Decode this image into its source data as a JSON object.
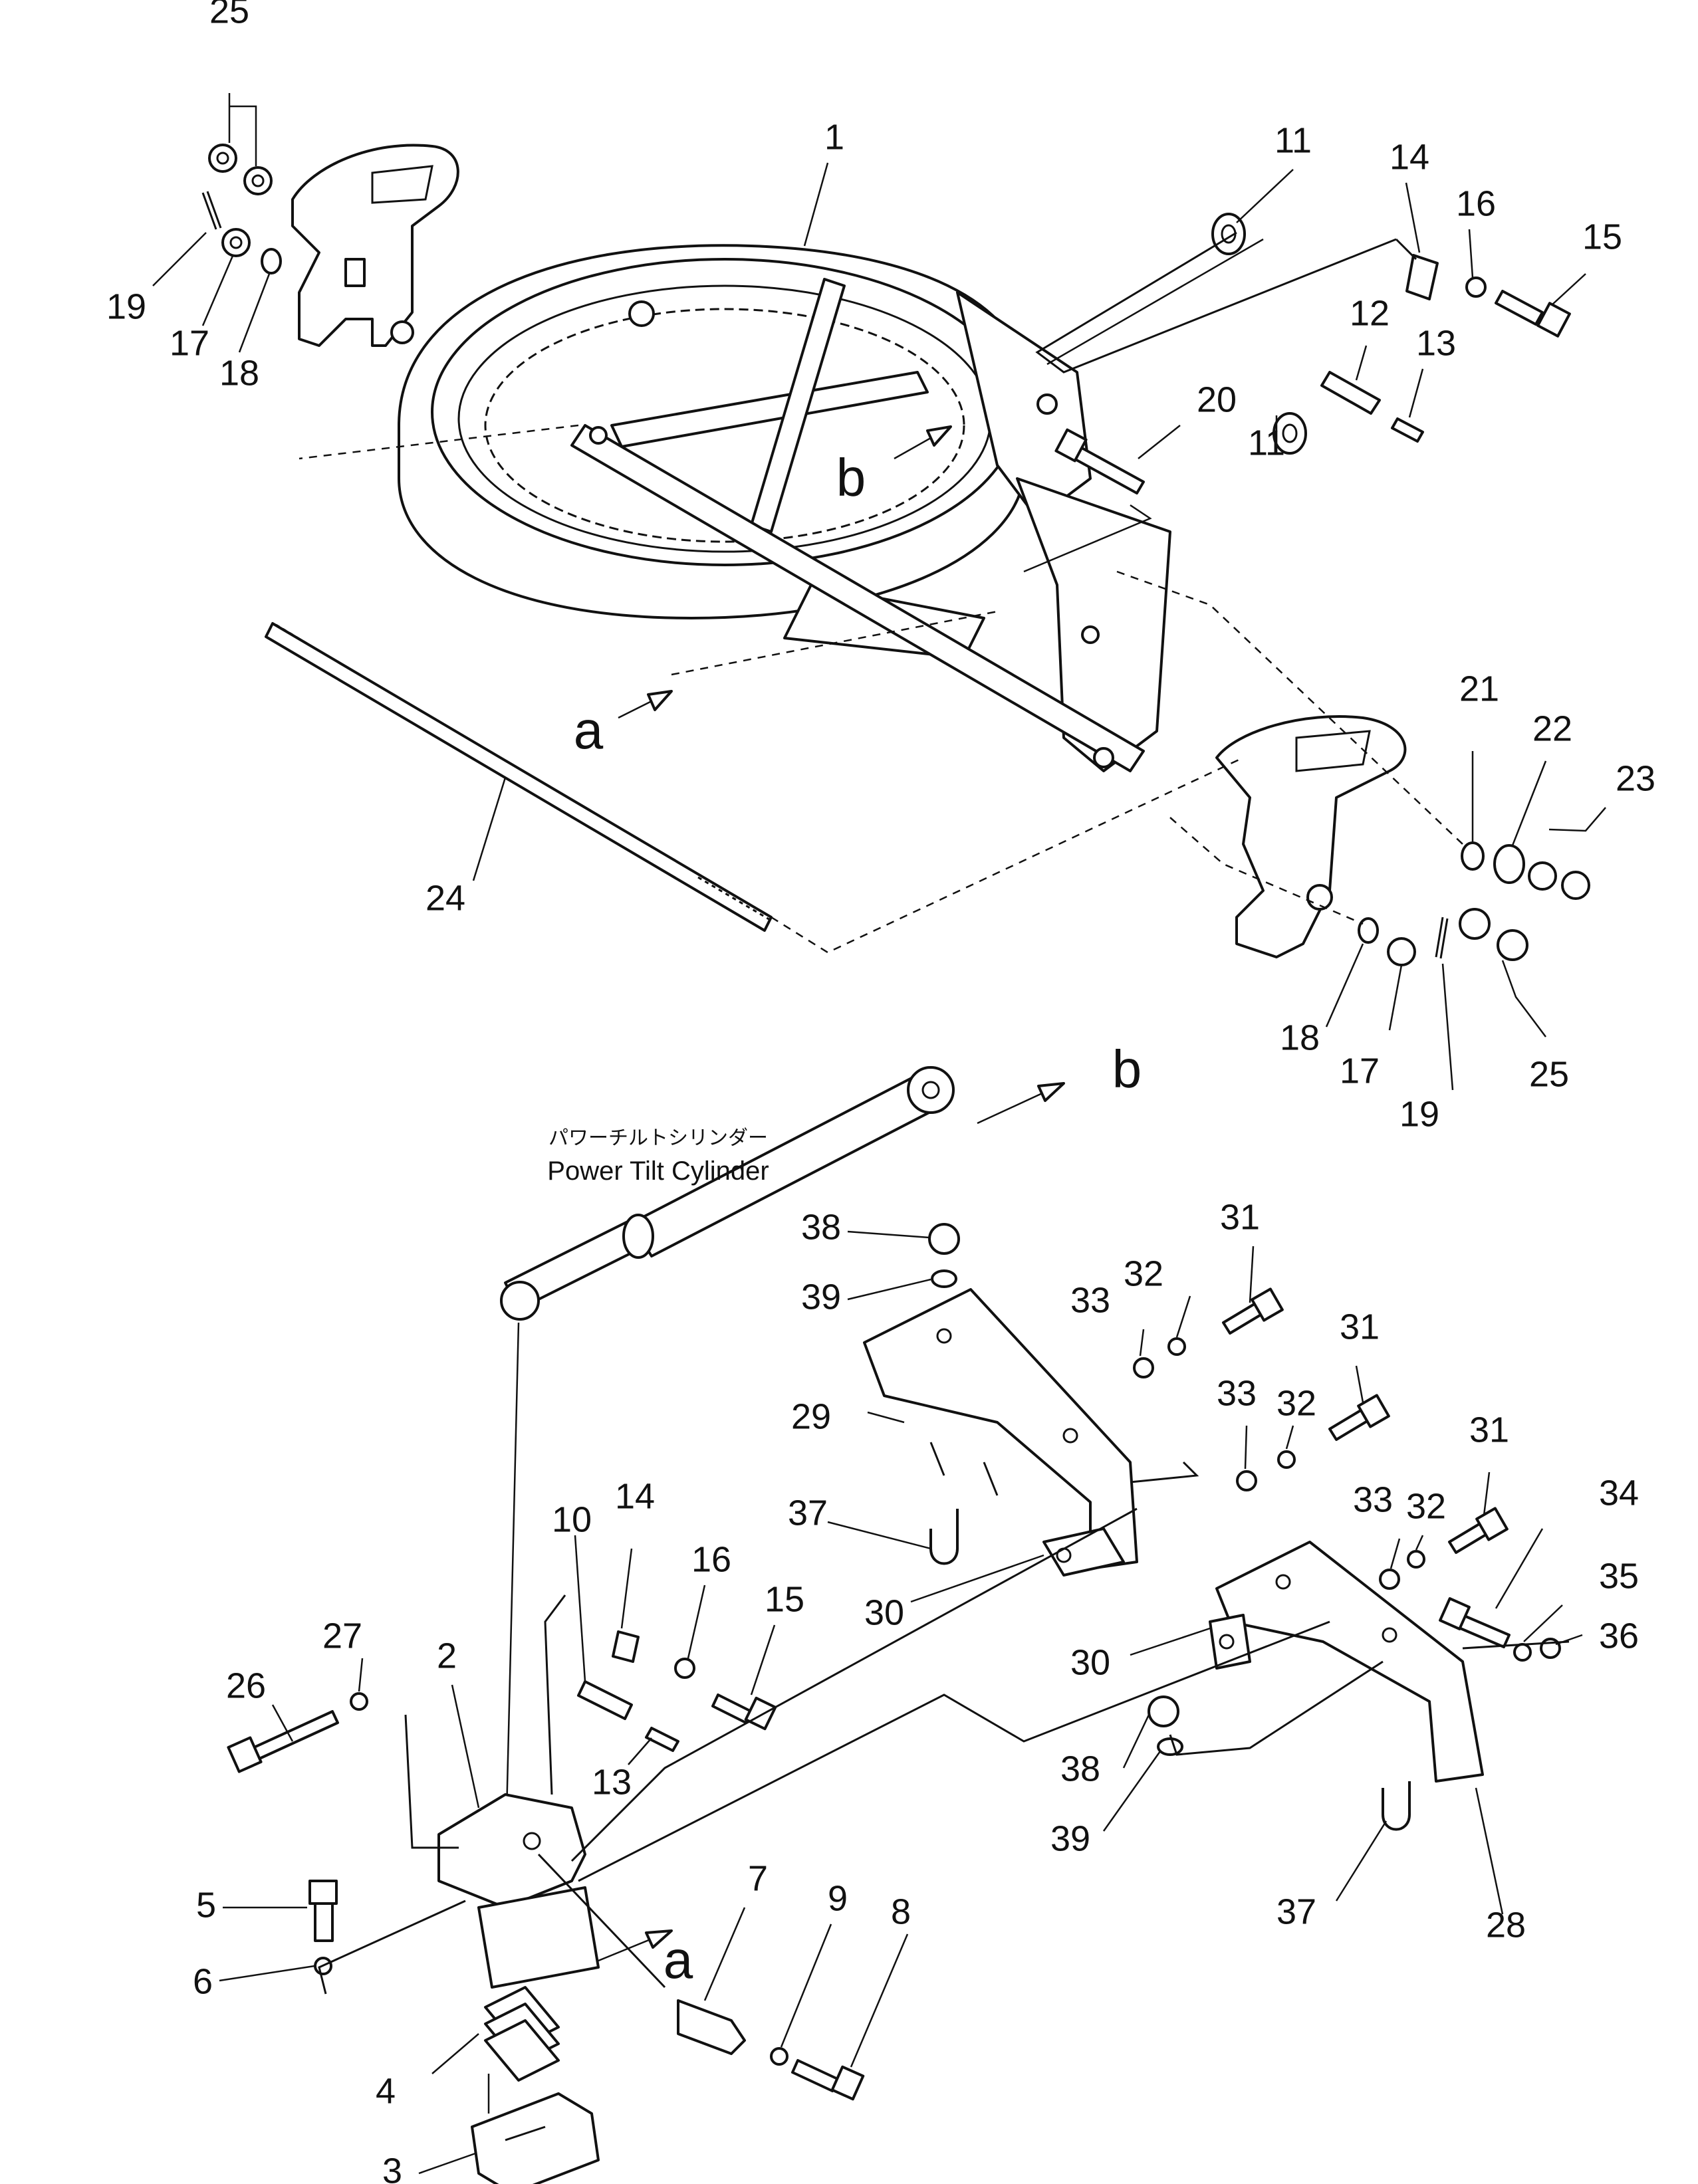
{
  "diagram": {
    "labels": {
      "l1": "1",
      "l2": "2",
      "l3": "3",
      "l4": "4",
      "l5": "5",
      "l6": "6",
      "l7": "7",
      "l8": "8",
      "l9": "9",
      "l10": "10",
      "l11": "11",
      "l12": "12",
      "l13": "13",
      "l14": "14",
      "l15": "15",
      "l16": "16",
      "l17": "17",
      "l18": "18",
      "l19": "19",
      "l20": "20",
      "l21": "21",
      "l22": "22",
      "l23": "23",
      "l24": "24",
      "l25": "25",
      "l26": "26",
      "l27": "27",
      "l28": "28",
      "l29": "29",
      "l30": "30",
      "l31": "31",
      "l32": "32",
      "l33": "33",
      "l34": "34",
      "l35": "35",
      "l36": "36",
      "l37": "37",
      "l38": "38",
      "l39": "39"
    },
    "view_markers": {
      "a": "a",
      "b": "b"
    },
    "caption": {
      "japanese": "パワーチルトシリンダー",
      "english": "Power Tilt Cylinder"
    }
  }
}
